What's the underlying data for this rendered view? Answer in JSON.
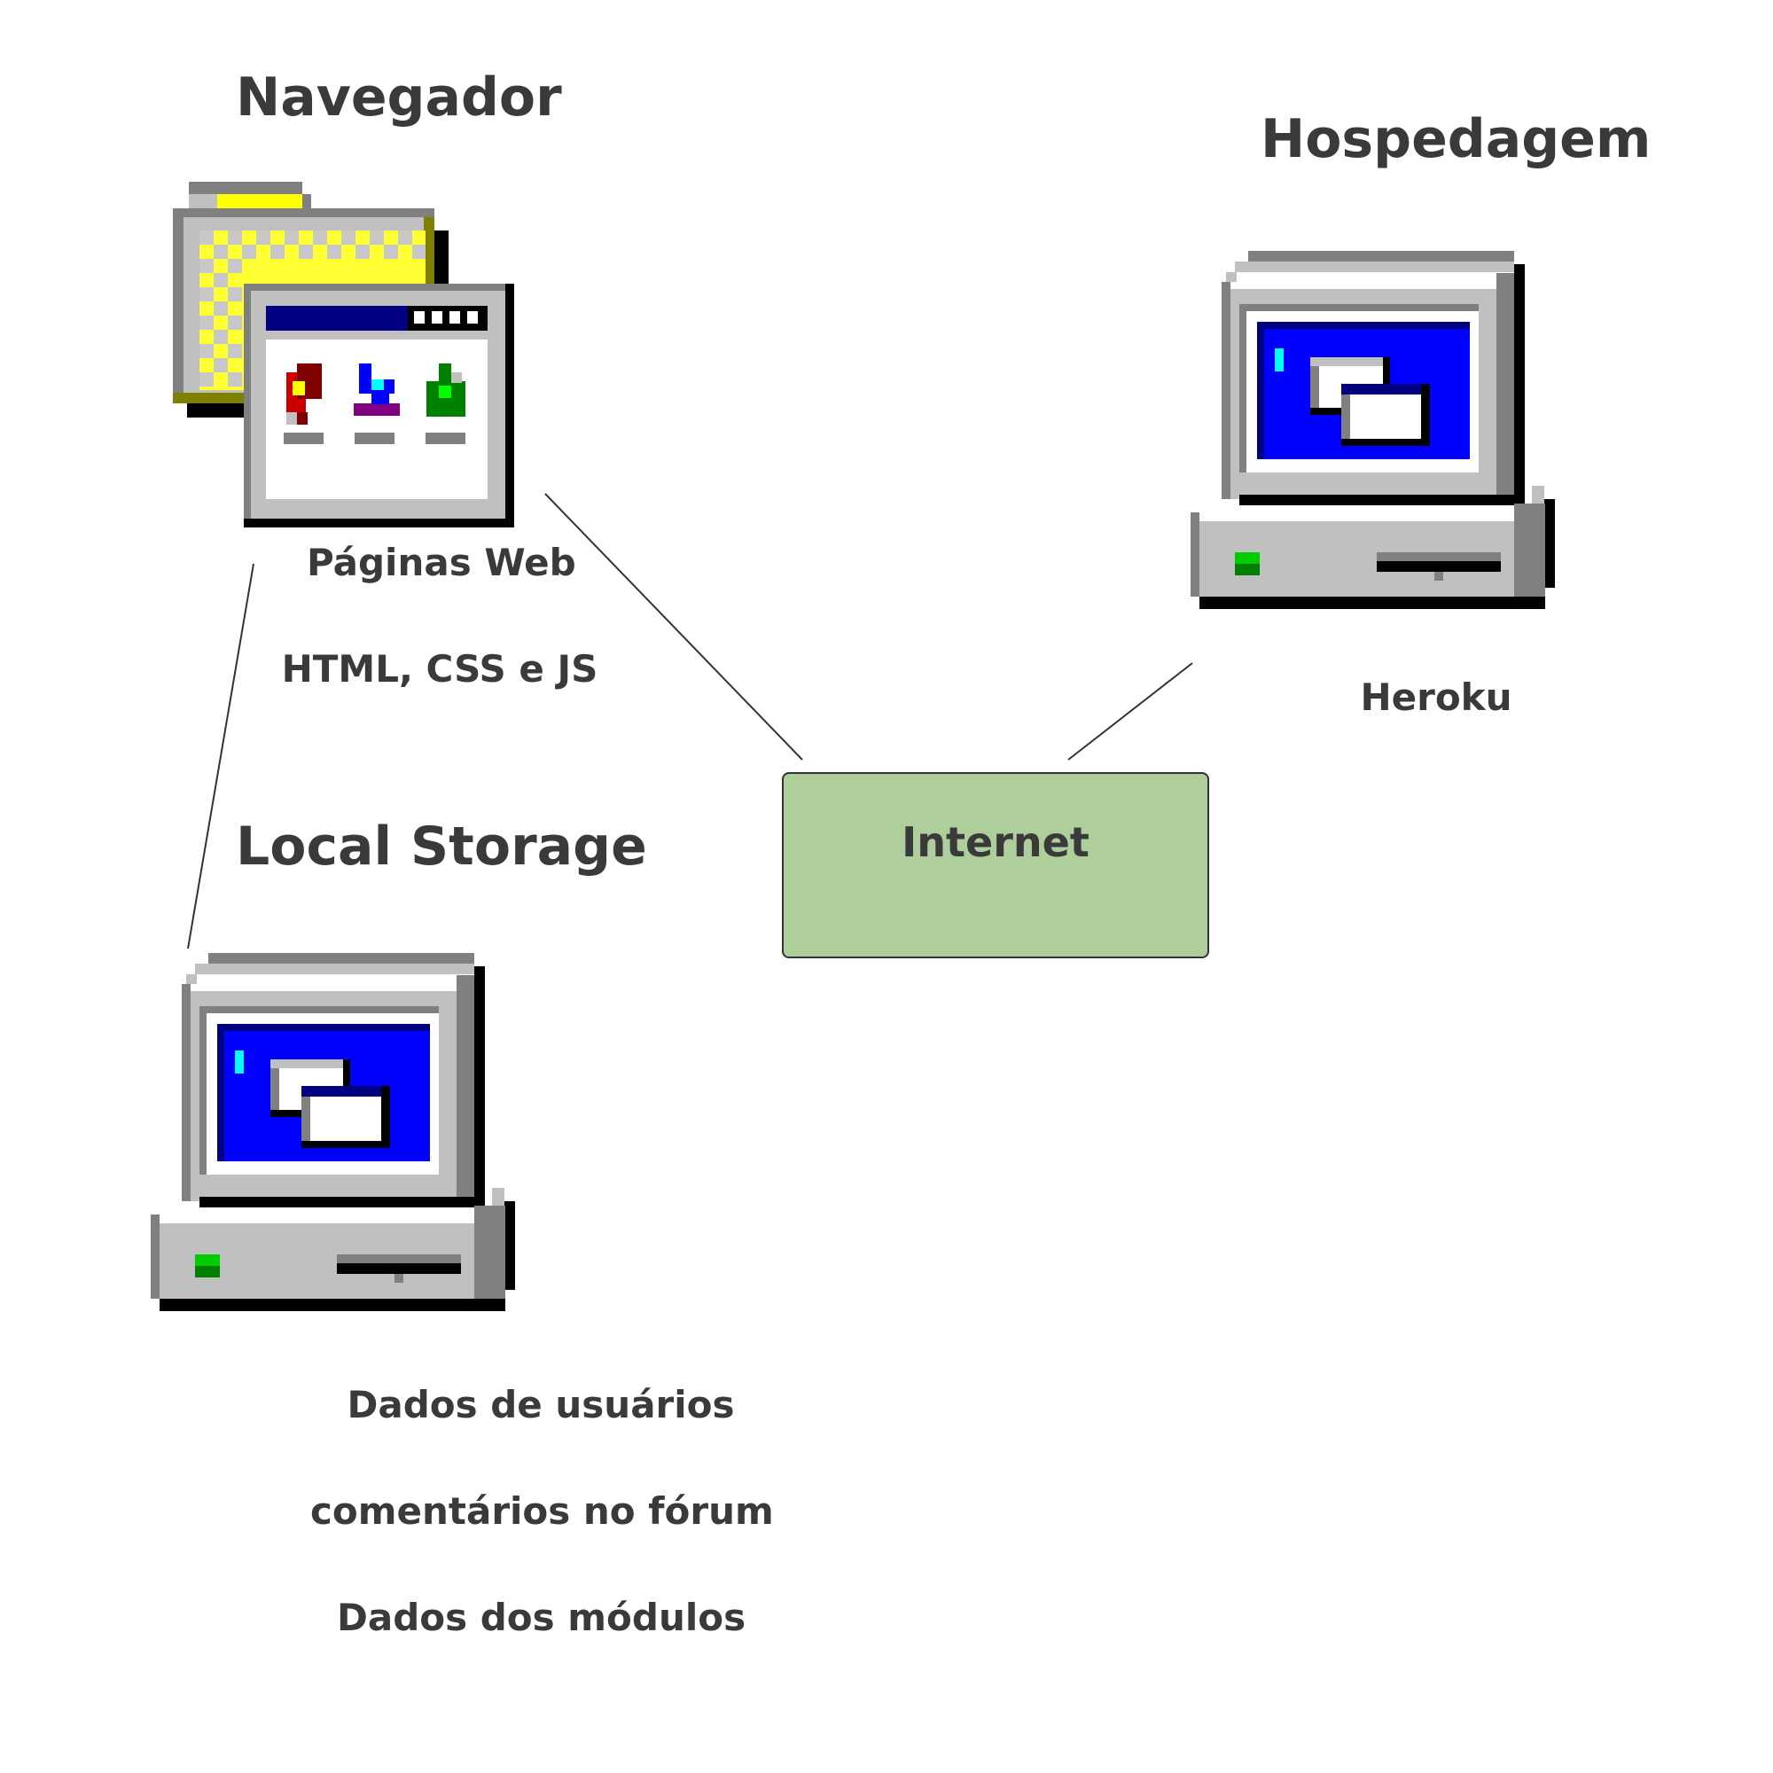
{
  "navegador": {
    "heading": "Navegador",
    "icon": "web-pages-icon",
    "caption_line1": "Páginas Web",
    "caption_line2": "HTML, CSS e JS"
  },
  "hospedagem": {
    "heading": "Hospedagem",
    "icon": "computer-icon",
    "caption": "Heroku"
  },
  "internet": {
    "label": "Internet",
    "fill_color": "#aecf9c"
  },
  "local_storage": {
    "heading": "Local Storage",
    "icon": "computer-icon",
    "caption_line1": "Dados de usuários",
    "caption_line2": "comentários no fórum",
    "caption_line3": "Dados dos módulos"
  }
}
